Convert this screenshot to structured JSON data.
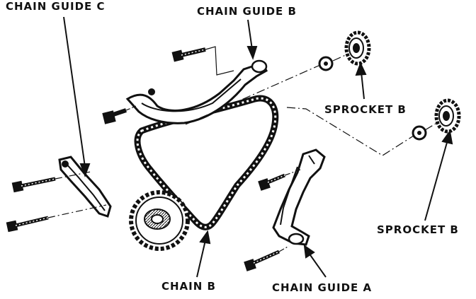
{
  "diagram": {
    "labels": {
      "chain_guide_c": "CHAIN GUIDE C",
      "chain_guide_b": "CHAIN GUIDE B",
      "sprocket_b_upper": "SPROCKET B",
      "sprocket_b_lower": "SPROCKET B",
      "chain_b": "CHAIN B",
      "chain_guide_a": "CHAIN GUIDE A"
    },
    "colors": {
      "ink": "#111111",
      "paper": "#ffffff"
    }
  }
}
